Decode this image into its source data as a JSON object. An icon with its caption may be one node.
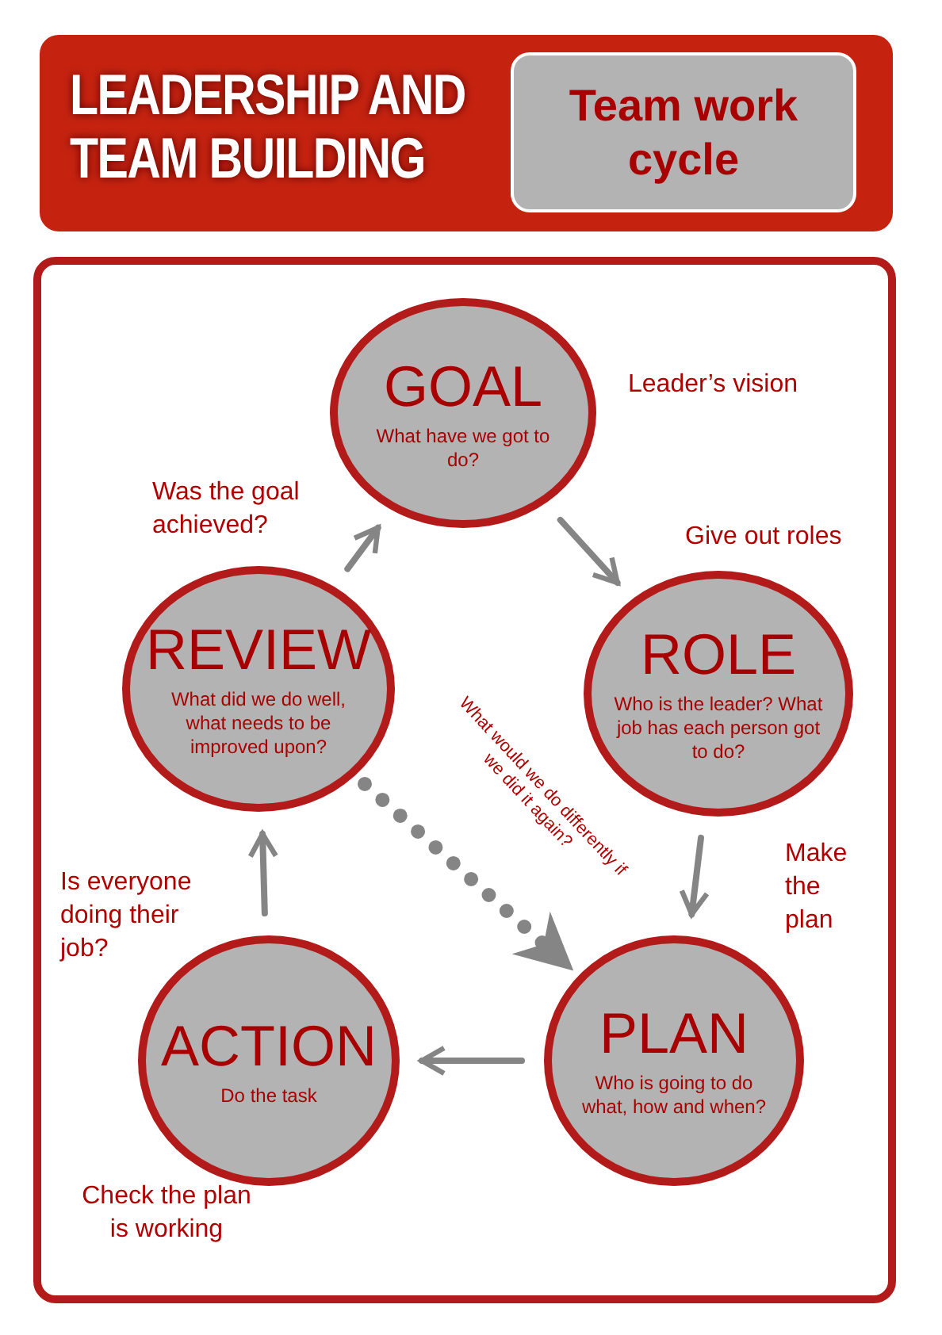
{
  "diagram": {
    "title": "LEADERSHIP AND TEAM BUILDING",
    "nodes": [
      {
        "text": [
          "Team work cycle"
        ]
      },
      {
        "text": [
          "GOAL",
          "What have we got to do?"
        ],
        "beside": [
          "Leader’s vision"
        ]
      },
      {
        "text": [
          "ROLE",
          "Who is the leader? What job has each person got to do?"
        ]
      },
      {
        "text": [
          "PLAN",
          "Who is going to do what, how and when?"
        ]
      },
      {
        "text": [
          "ACTION",
          "Do the task"
        ],
        "beside": [
          "Check the plan is working"
        ]
      },
      {
        "text": [
          "REVIEW",
          "What did we do well, what needs to be improved upon?"
        ]
      }
    ],
    "edges": [
      {
        "from": 1,
        "to": 2,
        "arrow": "to",
        "label": "Give out roles"
      },
      {
        "from": 2,
        "to": 3,
        "arrow": "to",
        "label": "Make the plan"
      },
      {
        "from": 3,
        "to": 4,
        "arrow": "to"
      },
      {
        "from": 4,
        "to": 5,
        "arrow": "to",
        "label": "Is everyone doing their job?"
      },
      {
        "from": 5,
        "to": 1,
        "arrow": "to",
        "label": "Was the goal achieved?"
      },
      {
        "from": 5,
        "to": 3,
        "arrow": "to",
        "style": "dashed",
        "label": "What would we do differently if we did it again?"
      }
    ]
  }
}
